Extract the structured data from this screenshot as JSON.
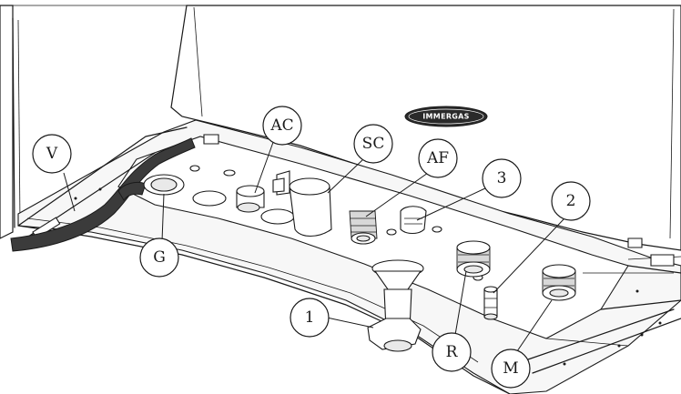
{
  "brand": "IMMERGAS",
  "callouts": {
    "V": "V",
    "AC": "AC",
    "SC": "SC",
    "AF": "AF",
    "n3": "3",
    "n2": "2",
    "G": "G",
    "n1": "1",
    "R": "R",
    "M": "M"
  }
}
